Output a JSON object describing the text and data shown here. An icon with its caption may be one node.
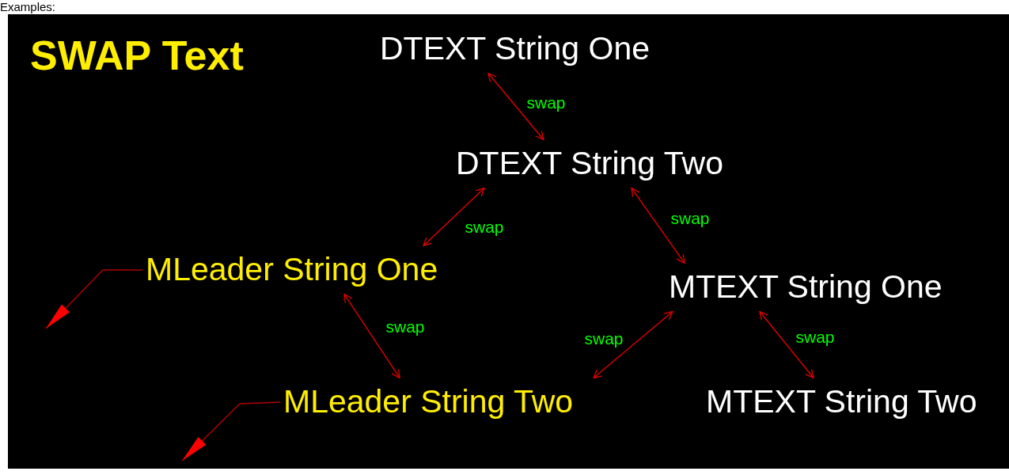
{
  "diagram": {
    "title": "SWAP Text",
    "nodes": [
      {
        "text": [
          "DTEXT String One"
        ]
      },
      {
        "text": [
          "DTEXT String Two"
        ]
      },
      {
        "text": [
          "MLeader String One"
        ]
      },
      {
        "text": [
          "MTEXT String One"
        ]
      },
      {
        "text": [
          "MLeader String Two"
        ]
      },
      {
        "text": [
          "MTEXT String Two"
        ]
      }
    ],
    "edges": [
      {
        "from": 0,
        "to": 1,
        "arrow": "both",
        "label": "swap"
      },
      {
        "from": 1,
        "to": 2,
        "arrow": "both",
        "label": "swap"
      },
      {
        "from": 1,
        "to": 3,
        "arrow": "both",
        "label": "swap"
      },
      {
        "from": 2,
        "to": 4,
        "arrow": "both",
        "label": "swap"
      },
      {
        "from": 3,
        "to": 4,
        "arrow": "both",
        "label": "swap"
      },
      {
        "from": 3,
        "to": 5,
        "arrow": "both",
        "label": "swap"
      },
      {
        "from": 2,
        "to": null,
        "arrow": "to"
      },
      {
        "from": 4,
        "to": null,
        "arrow": "to"
      }
    ],
    "labels": [
      "Examples:"
    ]
  }
}
